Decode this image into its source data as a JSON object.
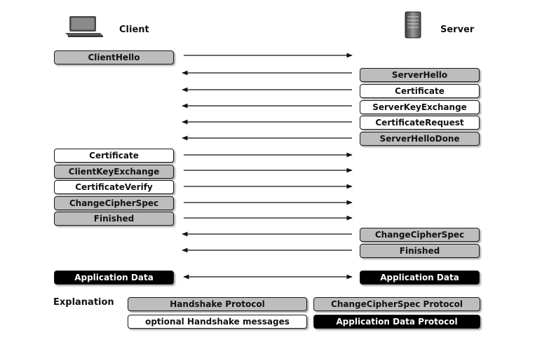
{
  "header": {
    "client_label": "Client",
    "server_label": "Server",
    "client_icon": "laptop-icon",
    "server_icon": "server-tower-icon"
  },
  "messages": [
    {
      "side": "client",
      "label": "ClientHello",
      "kind": "hs",
      "dir": "right"
    },
    {
      "side": "server",
      "label": "ServerHello",
      "kind": "hs",
      "dir": "left"
    },
    {
      "side": "server",
      "label": "Certificate",
      "kind": "opt",
      "dir": "left"
    },
    {
      "side": "server",
      "label": "ServerKeyExchange",
      "kind": "opt",
      "dir": "left"
    },
    {
      "side": "server",
      "label": "CertificateRequest",
      "kind": "opt",
      "dir": "left"
    },
    {
      "side": "server",
      "label": "ServerHelloDone",
      "kind": "hs",
      "dir": "left"
    },
    {
      "side": "client",
      "label": "Certificate",
      "kind": "opt",
      "dir": "right"
    },
    {
      "side": "client",
      "label": "ClientKeyExchange",
      "kind": "hs",
      "dir": "right"
    },
    {
      "side": "client",
      "label": "CertificateVerify",
      "kind": "opt",
      "dir": "right"
    },
    {
      "side": "client",
      "label": "ChangeCipherSpec",
      "kind": "ccs",
      "dir": "right"
    },
    {
      "side": "client",
      "label": "Finished",
      "kind": "hs",
      "dir": "right"
    },
    {
      "side": "server",
      "label": "ChangeCipherSpec",
      "kind": "ccs",
      "dir": "left"
    },
    {
      "side": "server",
      "label": "Finished",
      "kind": "hs",
      "dir": "left"
    }
  ],
  "application_data": {
    "client_label": "Application Data",
    "server_label": "Application Data",
    "dir": "both"
  },
  "legend": {
    "title": "Explanation",
    "items": [
      {
        "label": "Handshake Protocol",
        "kind": "hs"
      },
      {
        "label": "ChangeCipherSpec Protocol",
        "kind": "ccs"
      },
      {
        "label": "optional Handshake messages",
        "kind": "opt"
      },
      {
        "label": "Application Data Protocol",
        "kind": "app"
      }
    ]
  },
  "colors": {
    "handshake": "#bdbdbd",
    "optional": "#ffffff",
    "change_cipher_spec": "#bdbdbd",
    "application": "#000000"
  }
}
